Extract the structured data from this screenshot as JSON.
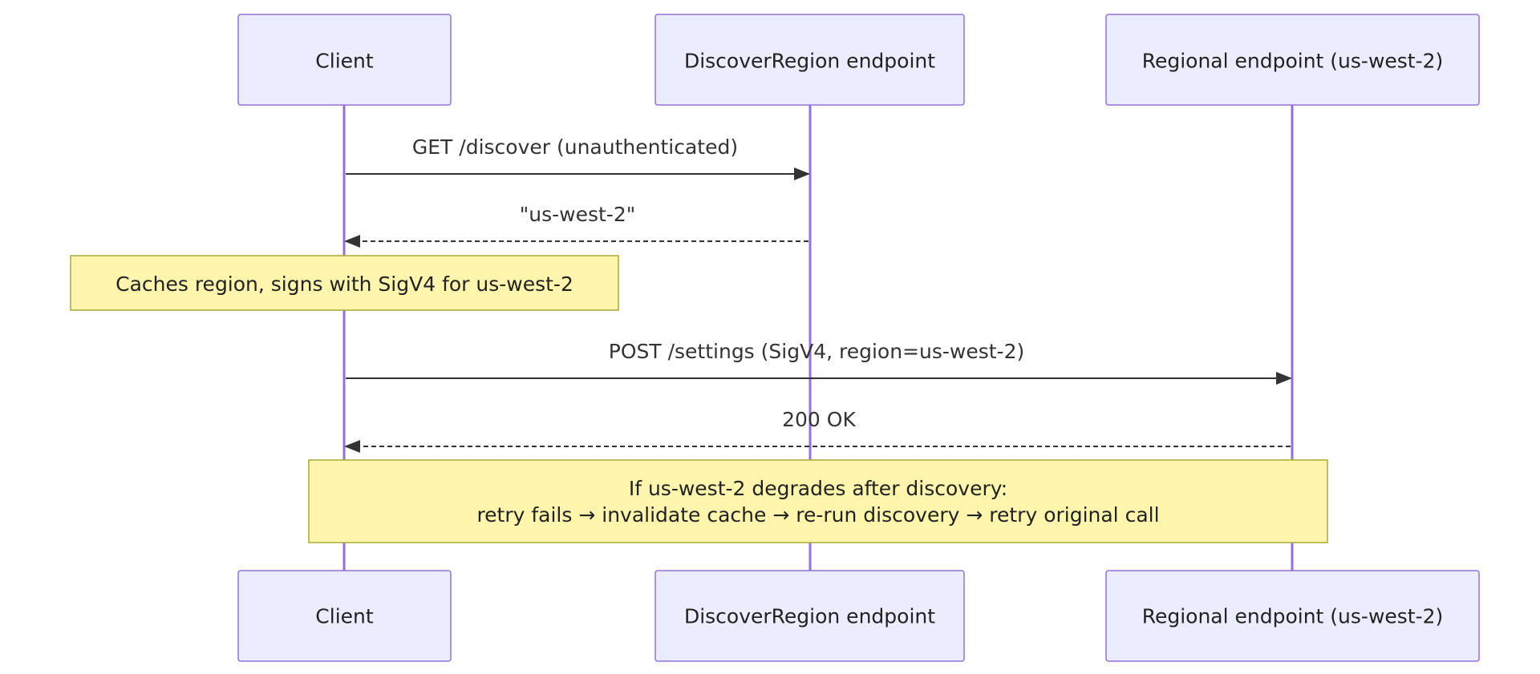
{
  "participants": {
    "client": "Client",
    "discover": "DiscoverRegion endpoint",
    "regional": "Regional endpoint (us-west-2)"
  },
  "messages": [
    {
      "text": "GET /discover (unauthenticated)",
      "from": "client",
      "to": "discover",
      "style": "solid"
    },
    {
      "text": "\"us-west-2\"",
      "from": "discover",
      "to": "client",
      "style": "dashed"
    },
    {
      "text": "POST /settings (SigV4, region=us-west-2)",
      "from": "client",
      "to": "regional",
      "style": "solid"
    },
    {
      "text": "200 OK",
      "from": "regional",
      "to": "client",
      "style": "dashed"
    }
  ],
  "notes": [
    {
      "lines": [
        "Caches region, signs with SigV4 for us-west-2"
      ],
      "over": [
        "client"
      ]
    },
    {
      "lines": [
        "If us-west-2 degrades after discovery:",
        "retry fails → invalidate cache → re-run discovery → retry original call"
      ],
      "over": [
        "client",
        "regional"
      ]
    }
  ],
  "colors": {
    "actor_fill": "#ececff",
    "actor_stroke": "#9370db",
    "note_fill": "#fff5ad",
    "note_stroke": "#aaaa33",
    "line": "#333333"
  }
}
